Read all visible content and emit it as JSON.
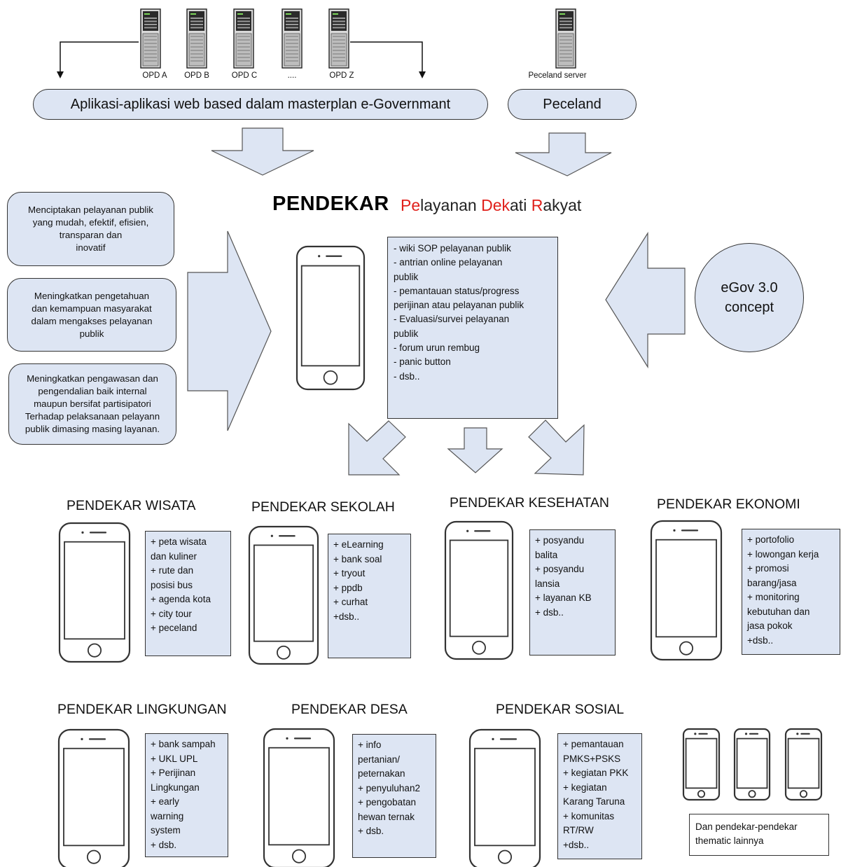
{
  "servers": [
    {
      "label": "OPD A"
    },
    {
      "label": "OPD B"
    },
    {
      "label": "OPD C"
    },
    {
      "label": "...."
    },
    {
      "label": "OPD Z"
    }
  ],
  "peceland_server_label": "Peceland server",
  "apps_pill": "Aplikasi-aplikasi web based dalam masterplan e-Governmant",
  "peceland_pill": "Peceland",
  "title": {
    "main": "PENDEKAR",
    "tag_parts": [
      {
        "text": "Pe",
        "red": true
      },
      {
        "text": "layanan ",
        "red": false
      },
      {
        "text": "Dek",
        "red": true
      },
      {
        "text": "ati ",
        "red": false
      },
      {
        "text": "R",
        "red": true
      },
      {
        "text": "akyat",
        "red": false
      }
    ]
  },
  "goals": [
    "Menciptakan pelayanan publik\nyang mudah, efektif, efisien,\ntransparan dan\ninovatif",
    "Meningkatkan pengetahuan\ndan kemampuan masyarakat\ndalam mengakses pelayanan\npublik",
    "Meningkatkan pengawasan dan\npengendalian baik internal\nmaupun bersifat partisipatori\nTerhadap pelaksanaan pelayann\npublik dimasing masing layanan."
  ],
  "features": [
    "- wiki SOP pelayanan publik",
    "- antrian online pelayanan",
    "publik",
    "- pemantauan status/progress",
    "perijinan atau pelayanan publik",
    "-  Evaluasi/survei pelayanan",
    "publik",
    "- forum urun rembug",
    "- panic button",
    "- dsb.."
  ],
  "egov": "eGov 3.0\nconcept",
  "modules": [
    {
      "title": "PENDEKAR WISATA",
      "items": [
        "+ peta wisata",
        "dan kuliner",
        "+ rute dan",
        "posisi bus",
        "+ agenda kota",
        "+ city tour",
        "+ peceland"
      ]
    },
    {
      "title": "PENDEKAR SEKOLAH",
      "items": [
        "+ eLearning",
        "+ bank soal",
        "+ tryout",
        "+ ppdb",
        "+ curhat",
        "+dsb.."
      ]
    },
    {
      "title": "PENDEKAR KESEHATAN",
      "items": [
        "+ posyandu",
        "balita",
        "+ posyandu",
        "lansia",
        "+ layanan KB",
        "+ dsb.."
      ]
    },
    {
      "title": "PENDEKAR EKONOMI",
      "items": [
        "+ portofolio",
        "+ lowongan kerja",
        "+ promosi",
        "barang/jasa",
        "+ monitoring",
        "kebutuhan dan",
        "jasa pokok",
        "+dsb.."
      ]
    },
    {
      "title": "PENDEKAR LINGKUNGAN",
      "items": [
        "+ bank sampah",
        "+ UKL UPL",
        "+ Perijinan",
        "Lingkungan",
        "+ early",
        "warning",
        "system",
        "+ dsb."
      ]
    },
    {
      "title": "PENDEKAR DESA",
      "items": [
        "+ info",
        "pertanian/",
        "peternakan",
        "+ penyuluhan2",
        "+ pengobatan",
        "hewan ternak",
        "+ dsb."
      ]
    },
    {
      "title": "PENDEKAR SOSIAL",
      "items": [
        "+ pemantauan",
        "PMKS+PSKS",
        "+ kegiatan PKK",
        "+ kegiatan",
        "Karang Taruna",
        "+ komunitas",
        "RT/RW",
        "+dsb.."
      ]
    }
  ],
  "others_note": "Dan pendekar-pendekar\nthematic lainnya",
  "colors": {
    "fill": "#dde5f3",
    "stroke": "#333333",
    "accent_red": "#e0201b"
  }
}
